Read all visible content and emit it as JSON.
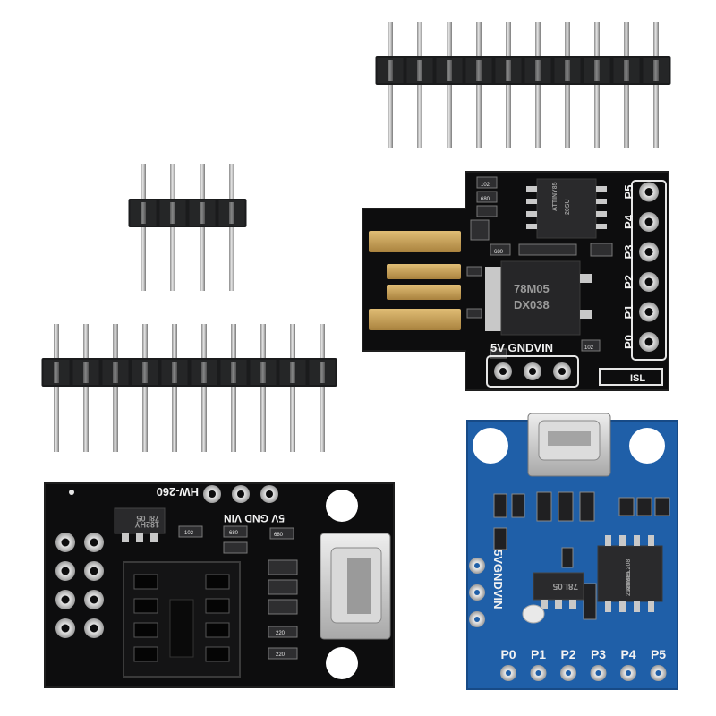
{
  "boards": {
    "usb_stick": {
      "pin_labels": [
        "P0",
        "P1",
        "P2",
        "P3",
        "P4",
        "P5"
      ],
      "power_label": "5V GNDVIN",
      "regulator_text": [
        "78M05",
        "DX038"
      ],
      "mcu_text": [
        "ATTINY85",
        "20SU"
      ],
      "corner_text": "ISL",
      "resistor_codes": [
        "102",
        "680",
        "680",
        "102"
      ]
    },
    "hw260": {
      "board_label": "HW-260",
      "power_label": "5V GND VIN",
      "regulator_text": [
        "78L05",
        "182HY"
      ],
      "resistor_codes": [
        "102",
        "680",
        "220",
        "220",
        "680"
      ]
    },
    "micro_usb": {
      "pin_labels": [
        "P0",
        "P1",
        "P2",
        "P3",
        "P4",
        "P5"
      ],
      "power_label": "5VGNDVIN",
      "regulator_text": "78L05",
      "mcu_text": [
        "ATMEL208",
        "TINY85",
        "2125SI"
      ]
    }
  },
  "colors": {
    "black_pcb": "#0d0d0e",
    "blue_pcb": "#1f5fa8",
    "header_plastic": "#1a1b1c",
    "pin_metal": "#b9b9b9",
    "gold_contact": "#c9a25a"
  }
}
